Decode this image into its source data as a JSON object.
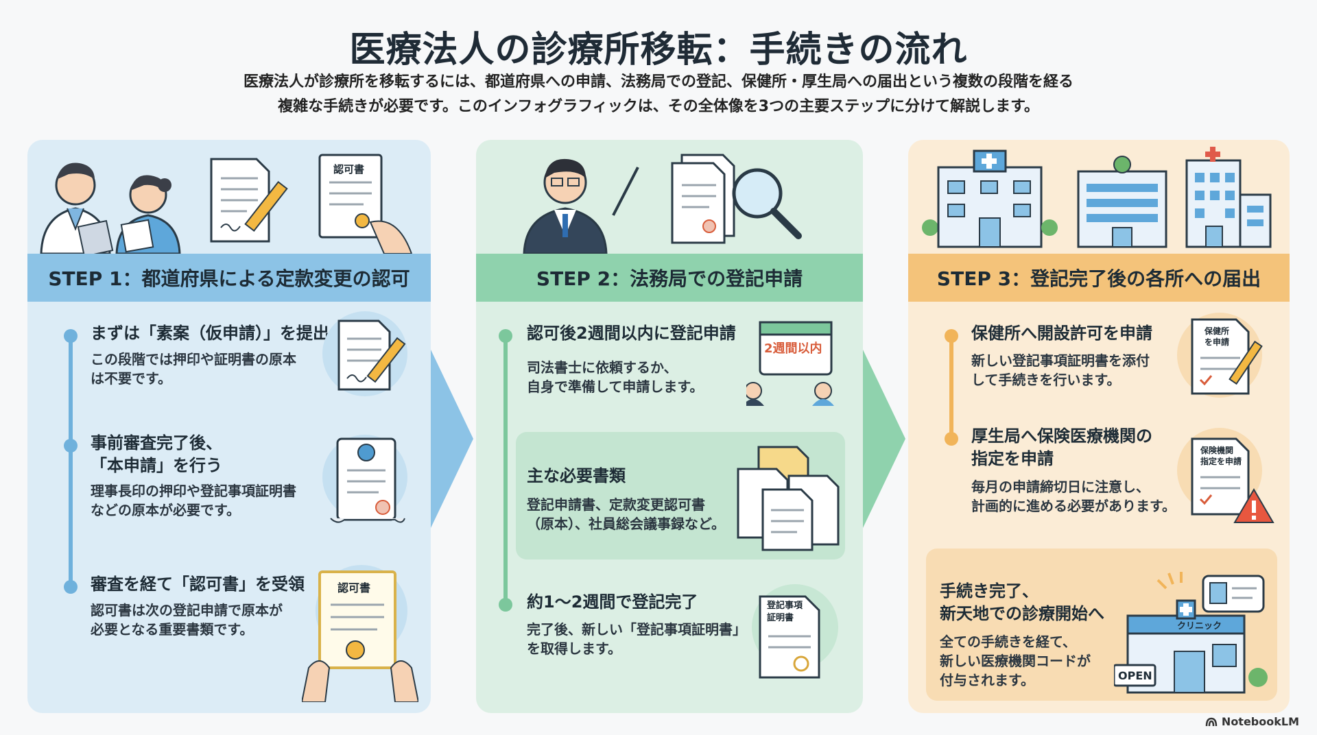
{
  "title": "医療法人の診療所移転：手続きの流れ",
  "subtitle": [
    "医療法人が診療所を移転するには、都道府県への申請、法務局での登記、保健所・厚生局への届出という複数の段階を経る",
    "複雑な手続きが必要です。このインフォグラフィックは、その全体像を3つの主要ステップに分けて解説します。"
  ],
  "step1": {
    "header": "STEP 1：都道府県による定款変更の認可",
    "illustration_doc_label": "認可書",
    "items": [
      {
        "heading": [
          "まずは「素案（仮申請）」を提出"
        ],
        "body": [
          "この段階では押印や証明書の原本",
          "は不要です。"
        ]
      },
      {
        "heading": [
          "事前審査完了後、",
          "「本申請」を行う"
        ],
        "body": [
          "理事長印の押印や登記事項証明書",
          "などの原本が必要です。"
        ]
      },
      {
        "heading": [
          "審査を経て「認可書」を受領"
        ],
        "body": [
          "認可書は次の登記申請で原本が",
          "必要となる重要書類です。"
        ],
        "icon_label": "認可書"
      }
    ]
  },
  "step2": {
    "header": "STEP 2：法務局での登記申請",
    "items": [
      {
        "heading": [
          "認可後2週間以内に登記申請"
        ],
        "body": [
          "司法書士に依頼するか、",
          "自身で準備して申請します。"
        ],
        "icon_label": "2週間以内"
      },
      {
        "heading": [
          "主な必要書類"
        ],
        "body": [
          "登記申請書、定款変更認可書",
          "（原本）、社員総会議事録など。"
        ]
      },
      {
        "heading": [
          "約1〜2週間で登記完了"
        ],
        "body": [
          "完了後、新しい「登記事項証明書」",
          "を取得します。"
        ],
        "icon_label": [
          "登記事項",
          "証明書"
        ]
      }
    ]
  },
  "step3": {
    "header": "STEP 3：登記完了後の各所への届出",
    "items": [
      {
        "heading": [
          "保健所へ開設許可を申請"
        ],
        "body": [
          "新しい登記事項証明書を添付",
          "して手続きを行います。"
        ],
        "icon_label": [
          "保健所",
          "を申請"
        ]
      },
      {
        "heading": [
          "厚生局へ保険医療機関の",
          "指定を申請"
        ],
        "body": [
          "毎月の申請締切日に注意し、",
          "計画的に進める必要があります。"
        ],
        "icon_label": [
          "保険機関",
          "指定を申請"
        ]
      },
      {
        "heading": [
          "手続き完了、",
          "新天地での診療開始へ"
        ],
        "body": [
          "全ての手続きを経て、",
          "新しい医療機関コードが",
          "付与されます。"
        ],
        "clinic_sign": "クリニック",
        "open_sign": "OPEN"
      }
    ]
  },
  "watermark": "NotebookLM",
  "colors": {
    "step1": "#8cc3e6",
    "step2": "#8fd2ad",
    "step3": "#f4c37a",
    "panel1": "#dcecf6",
    "panel2": "#dcefe4",
    "panel3": "#fbecd6"
  }
}
